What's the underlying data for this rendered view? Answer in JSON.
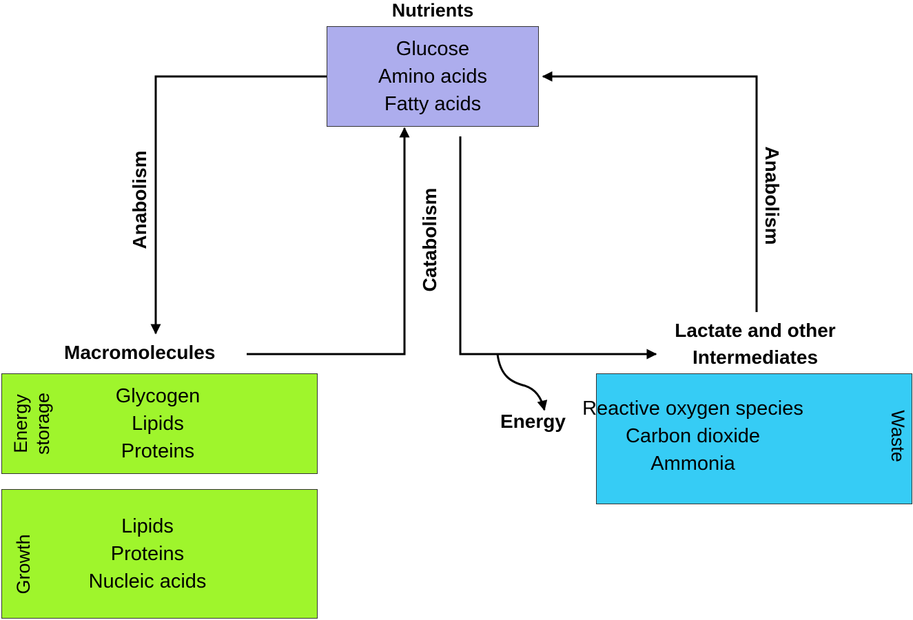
{
  "nutrients": {
    "title": "Nutrients",
    "items": [
      "Glucose",
      "Amino acids",
      "Fatty acids"
    ],
    "color": "#adaded"
  },
  "labels": {
    "anabolism_left": "Anabolism",
    "catabolism": "Catabolism",
    "anabolism_right": "Anabolism",
    "macromolecules": "Macromolecules",
    "lactate_line1": "Lactate and other",
    "lactate_line2": "Intermediates",
    "energy": "Energy"
  },
  "energy_storage": {
    "side_label_line1": "Energy",
    "side_label_line2": "storage",
    "items": [
      "Glycogen",
      "Lipids",
      "Proteins"
    ],
    "color": "#9ff52c"
  },
  "growth": {
    "side_label": "Growth",
    "items": [
      "Lipids",
      "Proteins",
      "Nucleic acids"
    ],
    "color": "#9ff52c"
  },
  "waste": {
    "side_label": "Waste",
    "items": [
      "Reactive oxygen species",
      "Carbon dioxide",
      "Ammonia"
    ],
    "color": "#36ccf5"
  }
}
